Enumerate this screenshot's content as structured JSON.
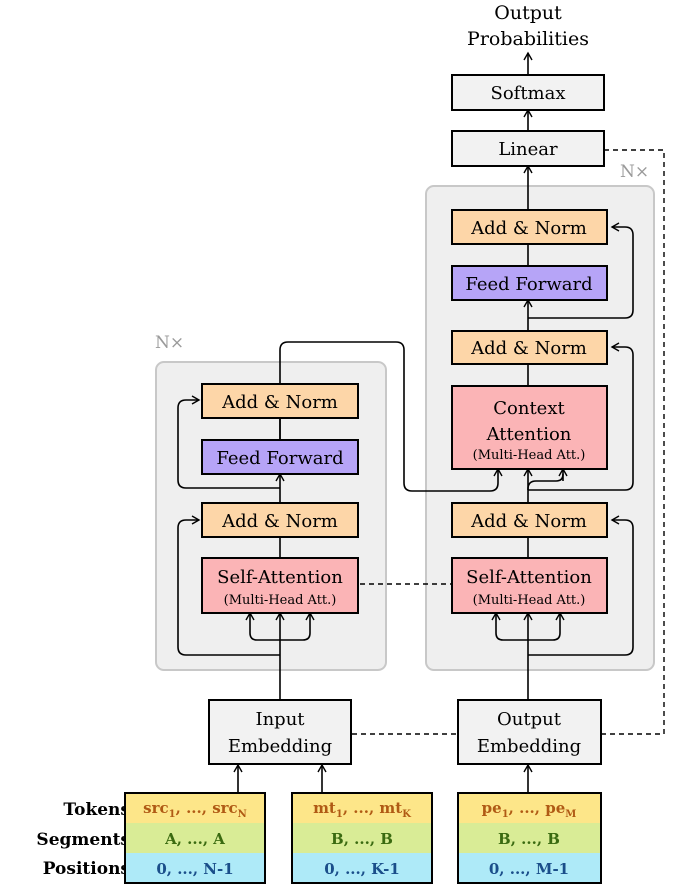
{
  "output": {
    "line1": "Output",
    "line2": "Probabilities"
  },
  "decoder": {
    "softmax": "Softmax",
    "linear": "Linear",
    "repeat": "N×",
    "add_norm": "Add & Norm",
    "feed_forward": "Feed Forward",
    "context_attention": {
      "line1": "Context",
      "line2": "Attention",
      "sub": "(Multi-Head Att.)"
    },
    "self_attention": {
      "title": "Self-Attention",
      "sub": "(Multi-Head Att.)"
    }
  },
  "encoder": {
    "repeat": "N×",
    "add_norm": "Add & Norm",
    "feed_forward": "Feed Forward",
    "self_attention": {
      "title": "Self-Attention",
      "sub": "(Multi-Head Att.)"
    }
  },
  "input_embedding": {
    "line1": "Input",
    "line2": "Embedding"
  },
  "output_embedding": {
    "line1": "Output",
    "line2": "Embedding"
  },
  "row_labels": [
    "Tokens",
    "Segments",
    "Positions"
  ],
  "input_groups": [
    {
      "token": "src",
      "token_first_sub": "1",
      "token_last_sub": "N",
      "segment": "A, ..., A",
      "position": "0, ..., N-1"
    },
    {
      "token": "mt",
      "token_first_sub": "1",
      "token_last_sub": "K",
      "segment": "B, ..., B",
      "position": "0, ..., K-1"
    },
    {
      "token": "pe",
      "token_first_sub": "1",
      "token_last_sub": "M",
      "segment": "B, ..., B",
      "position": "0, ..., M-1"
    }
  ],
  "colors": {
    "add_norm": "#fdd6a8",
    "feed_forward": "#b6a4f7",
    "attention": "#fbb4b6",
    "neutral_box": "#f2f2f2",
    "block_bg": "#efefef",
    "block_border": "#c8c8c8",
    "token_row": "#fde689",
    "segment_row": "#d9ec96",
    "position_row": "#aeeaf8",
    "token_text": "#b05a14",
    "segment_text": "#3a6a10",
    "position_text": "#1a4e8a"
  }
}
